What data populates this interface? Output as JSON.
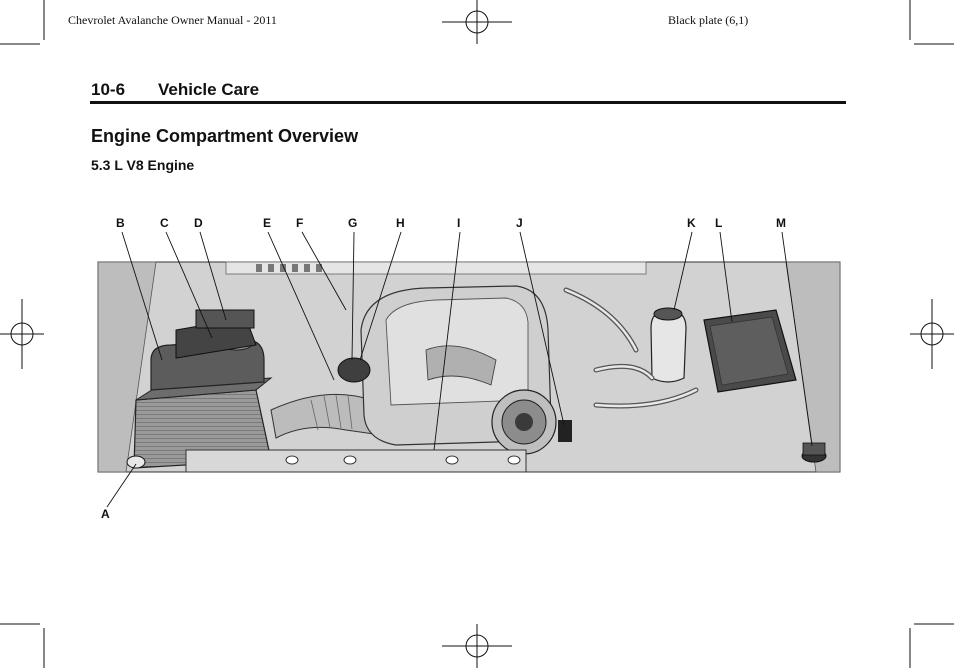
{
  "header": {
    "running_left": "Chevrolet Avalanche Owner Manual - 2011",
    "running_right": "Black plate (6,1)"
  },
  "section": {
    "number": "10-6",
    "title": "Vehicle Care"
  },
  "content": {
    "heading": "Engine Compartment Overview",
    "subheading": "5.3 L V8 Engine"
  },
  "figure": {
    "callouts": [
      "A",
      "B",
      "C",
      "D",
      "E",
      "F",
      "G",
      "H",
      "I",
      "J",
      "K",
      "L",
      "M"
    ]
  },
  "colors": {
    "ink": "#111111",
    "diagram_fill": "#c9c9c9",
    "diagram_dark": "#5a5a5a"
  },
  "icons": [
    "crop-mark",
    "registration-mark"
  ]
}
